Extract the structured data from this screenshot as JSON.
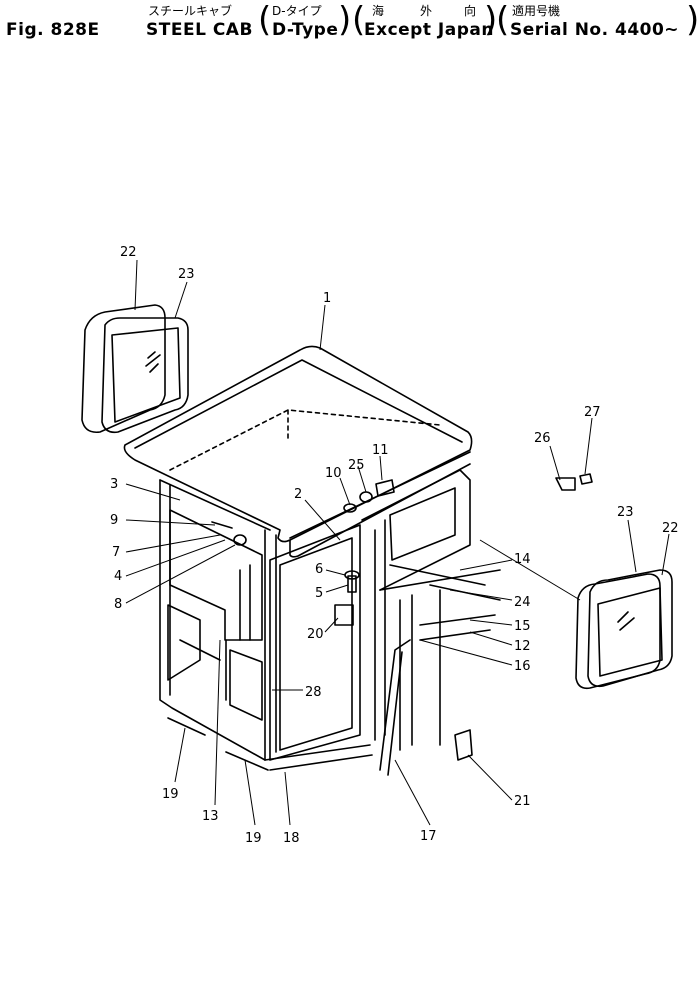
{
  "header": {
    "fig_label": "Fig. 828E",
    "title_jp": "スチールキャブ",
    "title_en": "STEEL CAB",
    "type_jp": "D-タイプ",
    "type_en": "D-Type",
    "region_jp_1": "海",
    "region_jp_2": "外",
    "region_jp_3": "向",
    "region_en": "Except Japan",
    "serial_jp": "適用号機",
    "serial_en": "Serial No. 4400~"
  },
  "callouts": {
    "c1": "1",
    "c2": "2",
    "c3": "3",
    "c4": "4",
    "c5": "5",
    "c6": "6",
    "c7": "7",
    "c8": "8",
    "c9": "9",
    "c10": "10",
    "c11": "11",
    "c12": "12",
    "c13": "13",
    "c14": "14",
    "c15": "15",
    "c16": "16",
    "c17": "17",
    "c18": "18",
    "c19a": "19",
    "c19b": "19",
    "c20": "20",
    "c21": "21",
    "c22a": "22",
    "c22b": "22",
    "c23a": "23",
    "c23b": "23",
    "c24": "24",
    "c25": "25",
    "c26": "26",
    "c27": "27",
    "c28": "28"
  }
}
